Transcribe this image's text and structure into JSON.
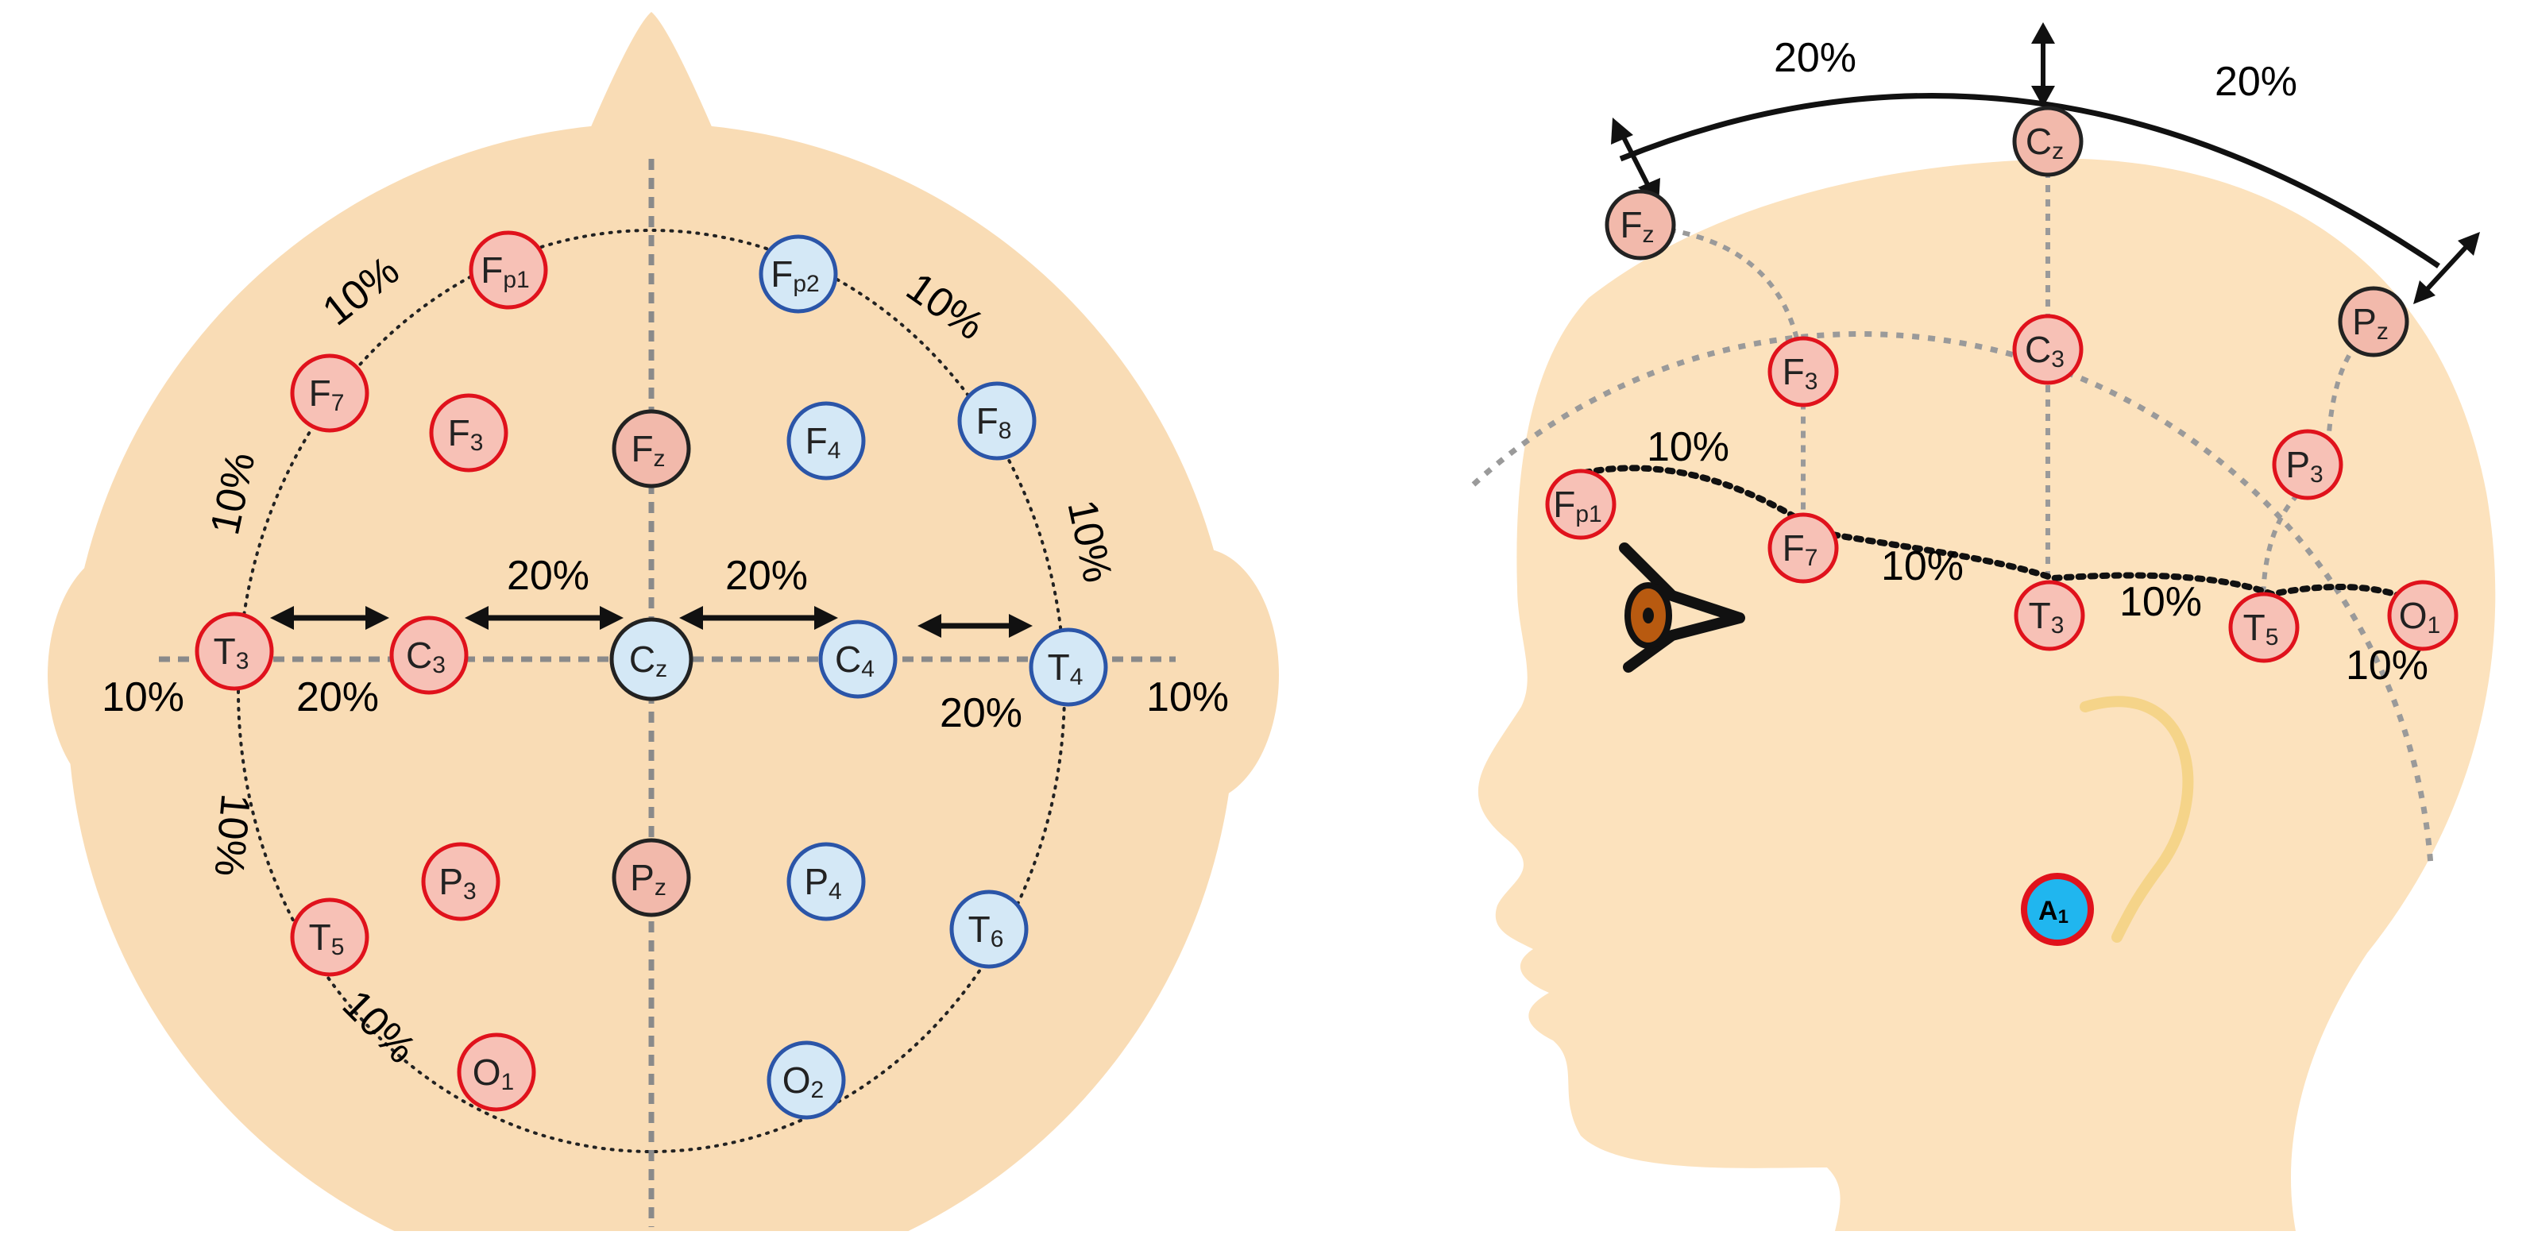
{
  "top_view": {
    "electrodes": [
      {
        "id": "Fp1",
        "main": "F",
        "sub": "p1",
        "group": "left"
      },
      {
        "id": "Fp2",
        "main": "F",
        "sub": "p2",
        "group": "right"
      },
      {
        "id": "F7",
        "main": "F",
        "sub": "7",
        "group": "left"
      },
      {
        "id": "F3",
        "main": "F",
        "sub": "3",
        "group": "left"
      },
      {
        "id": "Fz",
        "main": "F",
        "sub": "z",
        "group": "mid"
      },
      {
        "id": "F4",
        "main": "F",
        "sub": "4",
        "group": "right"
      },
      {
        "id": "F8",
        "main": "F",
        "sub": "8",
        "group": "right"
      },
      {
        "id": "T3",
        "main": "T",
        "sub": "3",
        "group": "left"
      },
      {
        "id": "C3",
        "main": "C",
        "sub": "3",
        "group": "left"
      },
      {
        "id": "Cz",
        "main": "C",
        "sub": "z",
        "group": "center"
      },
      {
        "id": "C4",
        "main": "C",
        "sub": "4",
        "group": "right"
      },
      {
        "id": "T4",
        "main": "T",
        "sub": "4",
        "group": "right"
      },
      {
        "id": "P3",
        "main": "P",
        "sub": "3",
        "group": "left"
      },
      {
        "id": "Pz",
        "main": "P",
        "sub": "z",
        "group": "mid"
      },
      {
        "id": "P4",
        "main": "P",
        "sub": "4",
        "group": "right"
      },
      {
        "id": "T5",
        "main": "T",
        "sub": "5",
        "group": "left"
      },
      {
        "id": "T6",
        "main": "T",
        "sub": "6",
        "group": "right"
      },
      {
        "id": "O1",
        "main": "O",
        "sub": "1",
        "group": "left"
      },
      {
        "id": "O2",
        "main": "O",
        "sub": "2",
        "group": "right"
      }
    ],
    "percent_labels": [
      "10%",
      "10%",
      "10%",
      "10%",
      "10%",
      "10%",
      "20%",
      "20%",
      "20%",
      "20%",
      "10%",
      "10%"
    ]
  },
  "side_view": {
    "electrodes": [
      {
        "id": "Cz",
        "main": "C",
        "sub": "z"
      },
      {
        "id": "Fz",
        "main": "F",
        "sub": "z"
      },
      {
        "id": "Pz",
        "main": "P",
        "sub": "z"
      },
      {
        "id": "F3",
        "main": "F",
        "sub": "3"
      },
      {
        "id": "C3",
        "main": "C",
        "sub": "3"
      },
      {
        "id": "P3",
        "main": "P",
        "sub": "3"
      },
      {
        "id": "Fp1",
        "main": "F",
        "sub": "p1"
      },
      {
        "id": "F7",
        "main": "F",
        "sub": "7"
      },
      {
        "id": "T3",
        "main": "T",
        "sub": "3"
      },
      {
        "id": "T5",
        "main": "T",
        "sub": "5"
      },
      {
        "id": "O1",
        "main": "O",
        "sub": "1"
      }
    ],
    "reference": {
      "id": "A1",
      "main": "A",
      "sub": "1"
    },
    "percent_labels": [
      "20%",
      "20%",
      "10%",
      "10%",
      "10%",
      "10%"
    ]
  },
  "colors": {
    "skin": "#f9dcb5",
    "left_fill": "#f7c1b6",
    "left_stroke": "#e0121c",
    "right_fill": "#d4e8f6",
    "right_stroke": "#2b55a8",
    "mid_fill": "#f2b9ab",
    "mid_stroke": "#222222",
    "reference_fill": "#20b6ef",
    "guide": "#9a9a9a",
    "eye_iris": "#b85a10"
  }
}
